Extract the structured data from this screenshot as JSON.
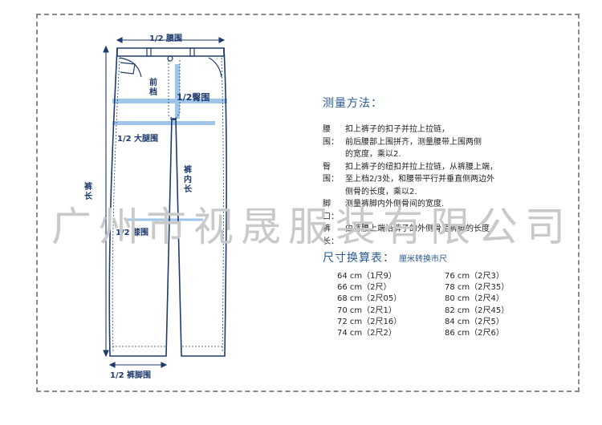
{
  "labels": {
    "waist": "1/2 腰围",
    "front_rise": "前档",
    "hip": "1/2臀围",
    "thigh": "1/2 大腿围",
    "inseam": "裤内长",
    "length": "裤长",
    "knee": "1/2 膝围",
    "hem": "1/2 裤脚围"
  },
  "watermark": "广州市视晟服装有限公司",
  "method": {
    "title": "测量方法：",
    "items": [
      {
        "term": "腰围：",
        "lines": [
          "扣上裤子的扣子并拉上拉链，",
          "前后腰部上围拼齐，测量腰带上围两侧",
          "的宽度，乘以2."
        ]
      },
      {
        "term": "臀围：",
        "lines": [
          "扣上裤子的纽扣并拉上拉链，从裤腰上端，",
          "至上档2/3处，和腰带平行并垂直侧两边外",
          "侧骨的长度，乘以2."
        ]
      },
      {
        "term": "脚口：",
        "lines": [
          "测量裤脚内外侧骨间的宽度."
        ]
      },
      {
        "term": "裤长：",
        "lines": [
          "由裤腰上端沿裤子的外侧骨至裤脚的长度."
        ]
      }
    ]
  },
  "conversion": {
    "title": "尺寸换算表：",
    "subtitle": "厘米转换市尺",
    "left": [
      "64 cm（1尺9）",
      "66 cm（2尺）",
      "68 cm（2尺05）",
      "70 cm（2尺1）",
      "72 cm（2尺16）",
      "74 cm（2尺2）"
    ],
    "right": [
      "76 cm（2尺3）",
      "78 cm（2尺35）",
      "80 cm（2尺4）",
      "82 cm（2尺45）",
      "84 cm（2尺5）",
      "86 cm（2尺6）"
    ]
  }
}
